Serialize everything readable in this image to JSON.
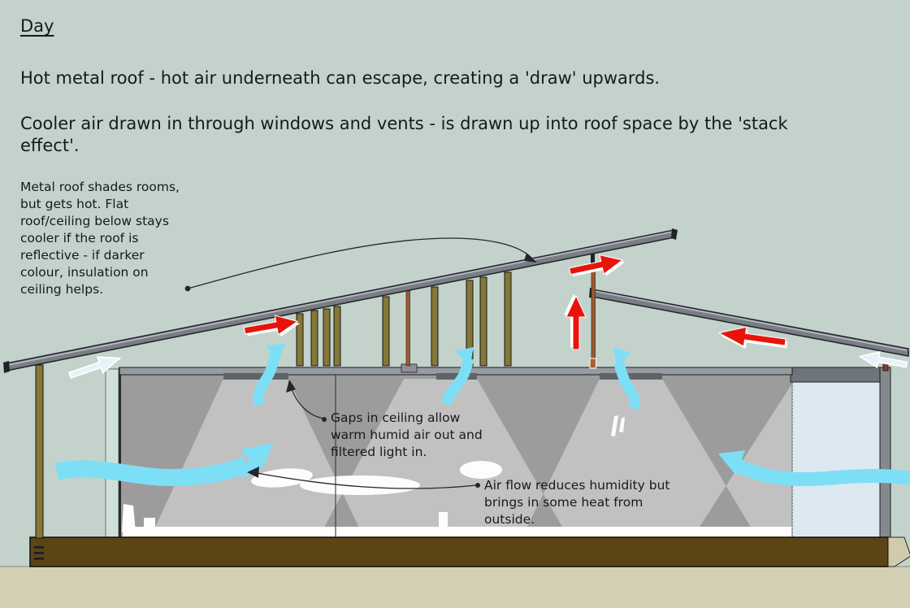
{
  "title": "Day",
  "intro": {
    "line1": "Hot metal roof - hot air underneath can escape, creating a 'draw' upwards.",
    "line2": "Cooler air drawn in through windows and vents - is drawn up into roof space by the 'stack effect'."
  },
  "notes": {
    "roof": "Metal roof shades rooms, but gets hot. Flat roof/ceiling below stays cooler if the roof is reflective - if darker colour, insulation on ceiling helps.",
    "ceiling": "Gaps in ceiling allow warm humid air out and filtered light in.",
    "airflow": "Air flow reduces humidity but brings in some heat from outside."
  },
  "colors": {
    "background": "#c3d3cc",
    "text": "#17191b",
    "roof_gray": "#787e84",
    "roof_edge": "#26292c",
    "ceiling_gray": "#969ba0",
    "ceiling_gap": "#5f6468",
    "interior_gray": "#9c9c9c",
    "light_shaft": "#c8c8c8",
    "floor_brown": "#5b4516",
    "floor_end": "#cfcbab",
    "ground_tan": "#d4d0b4",
    "stud_olive": "#857736",
    "pipe_copper": "#9c5a33",
    "window_blue": "#dce9f1",
    "wall_gray": "#84898d",
    "left_pane": "#cfe0da",
    "hot_air_arrow": "#e8140b",
    "cool_air_arrow": "#7ddff5",
    "breeze_arrow": "#e6f2f8"
  }
}
